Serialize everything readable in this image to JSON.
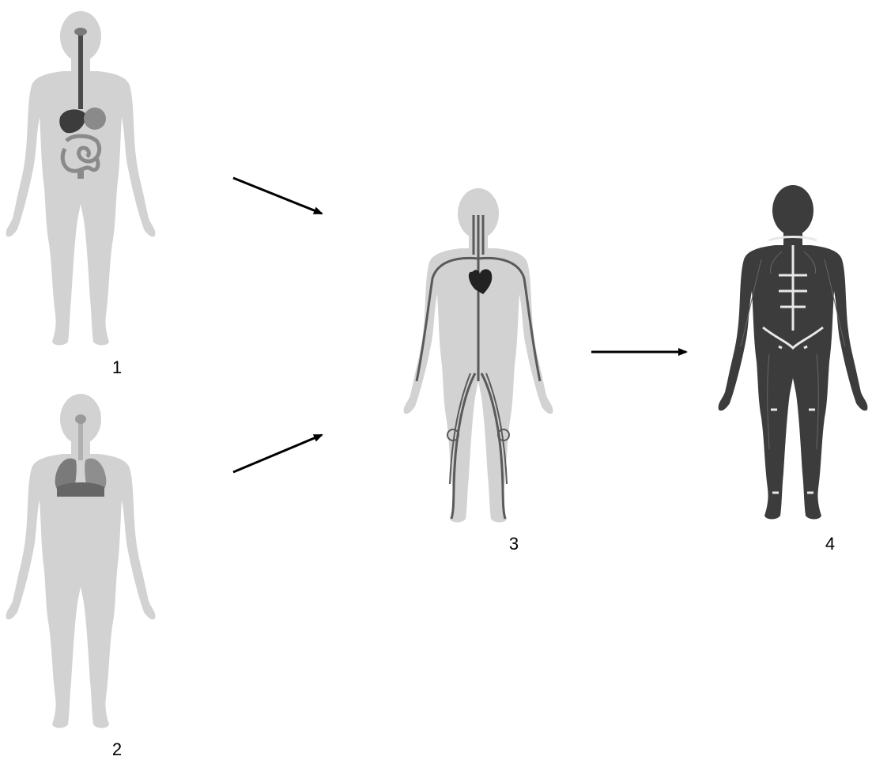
{
  "figures": [
    {
      "id": "1",
      "label": "1",
      "system": "digestive-system"
    },
    {
      "id": "2",
      "label": "2",
      "system": "respiratory-system"
    },
    {
      "id": "3",
      "label": "3",
      "system": "circulatory-system"
    },
    {
      "id": "4",
      "label": "4",
      "system": "muscular-system"
    }
  ],
  "arrows": [
    {
      "from": "1",
      "to": "3"
    },
    {
      "from": "2",
      "to": "3"
    },
    {
      "from": "3",
      "to": "4"
    }
  ],
  "colors": {
    "silhouette": "#d2d2d2",
    "organ_dark": "#4a4a4a",
    "organ_mid": "#8a8a8a",
    "vessel": "#5a5a5a",
    "muscle": "#3c3c3c",
    "tendon": "#e8e8e8",
    "arrow": "#000000"
  }
}
